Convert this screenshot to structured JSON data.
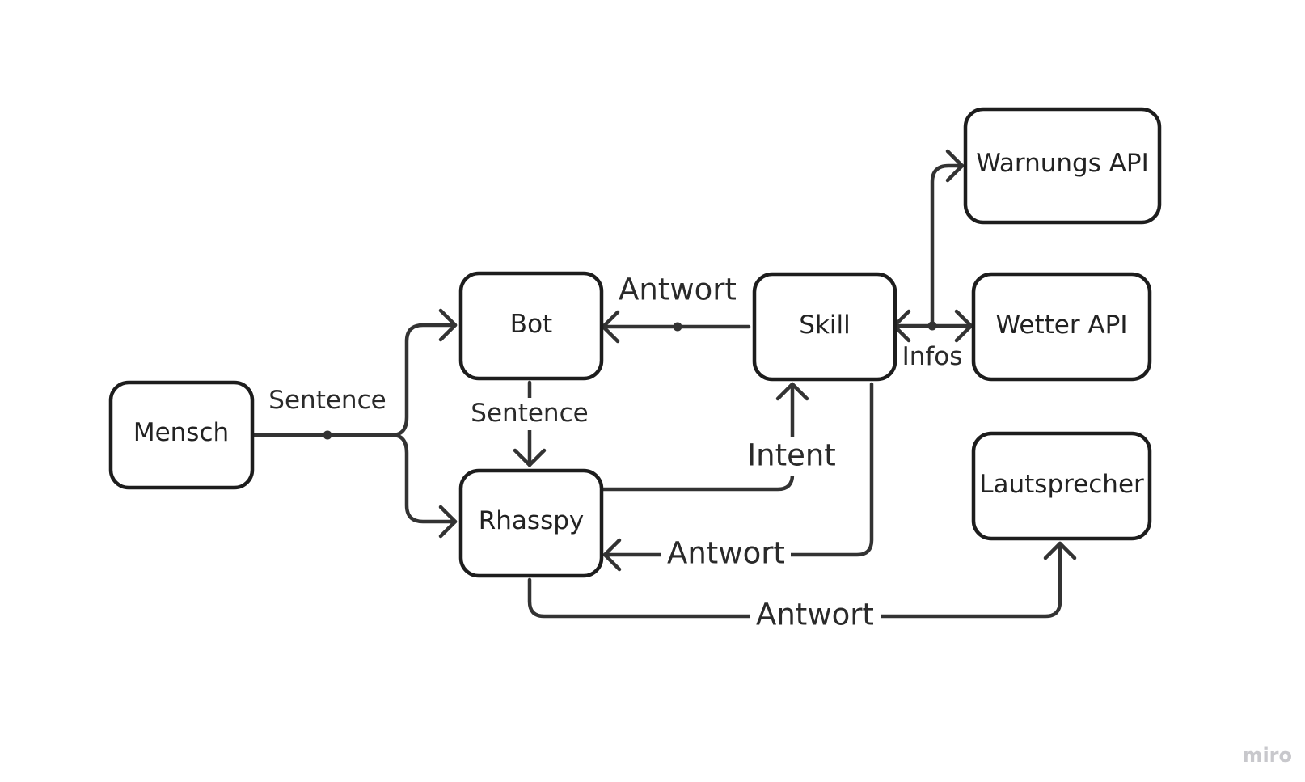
{
  "nodes": {
    "mensch": "Mensch",
    "bot": "Bot",
    "rhasspy": "Rhasspy",
    "skill": "Skill",
    "warnungs_api": "Warnungs API",
    "wetter_api": "Wetter API",
    "lautsprecher": "Lautsprecher"
  },
  "edges": {
    "mensch_sentence": "Sentence",
    "bot_rhasspy_sentence": "Sentence",
    "skill_bot_antwort": "Antwort",
    "rhasspy_skill_intent": "Intent",
    "skill_rhasspy_antwort": "Antwort",
    "rhasspy_lautsprecher_antwort": "Antwort",
    "skill_api_infos": "Infos"
  },
  "watermark": "miro"
}
